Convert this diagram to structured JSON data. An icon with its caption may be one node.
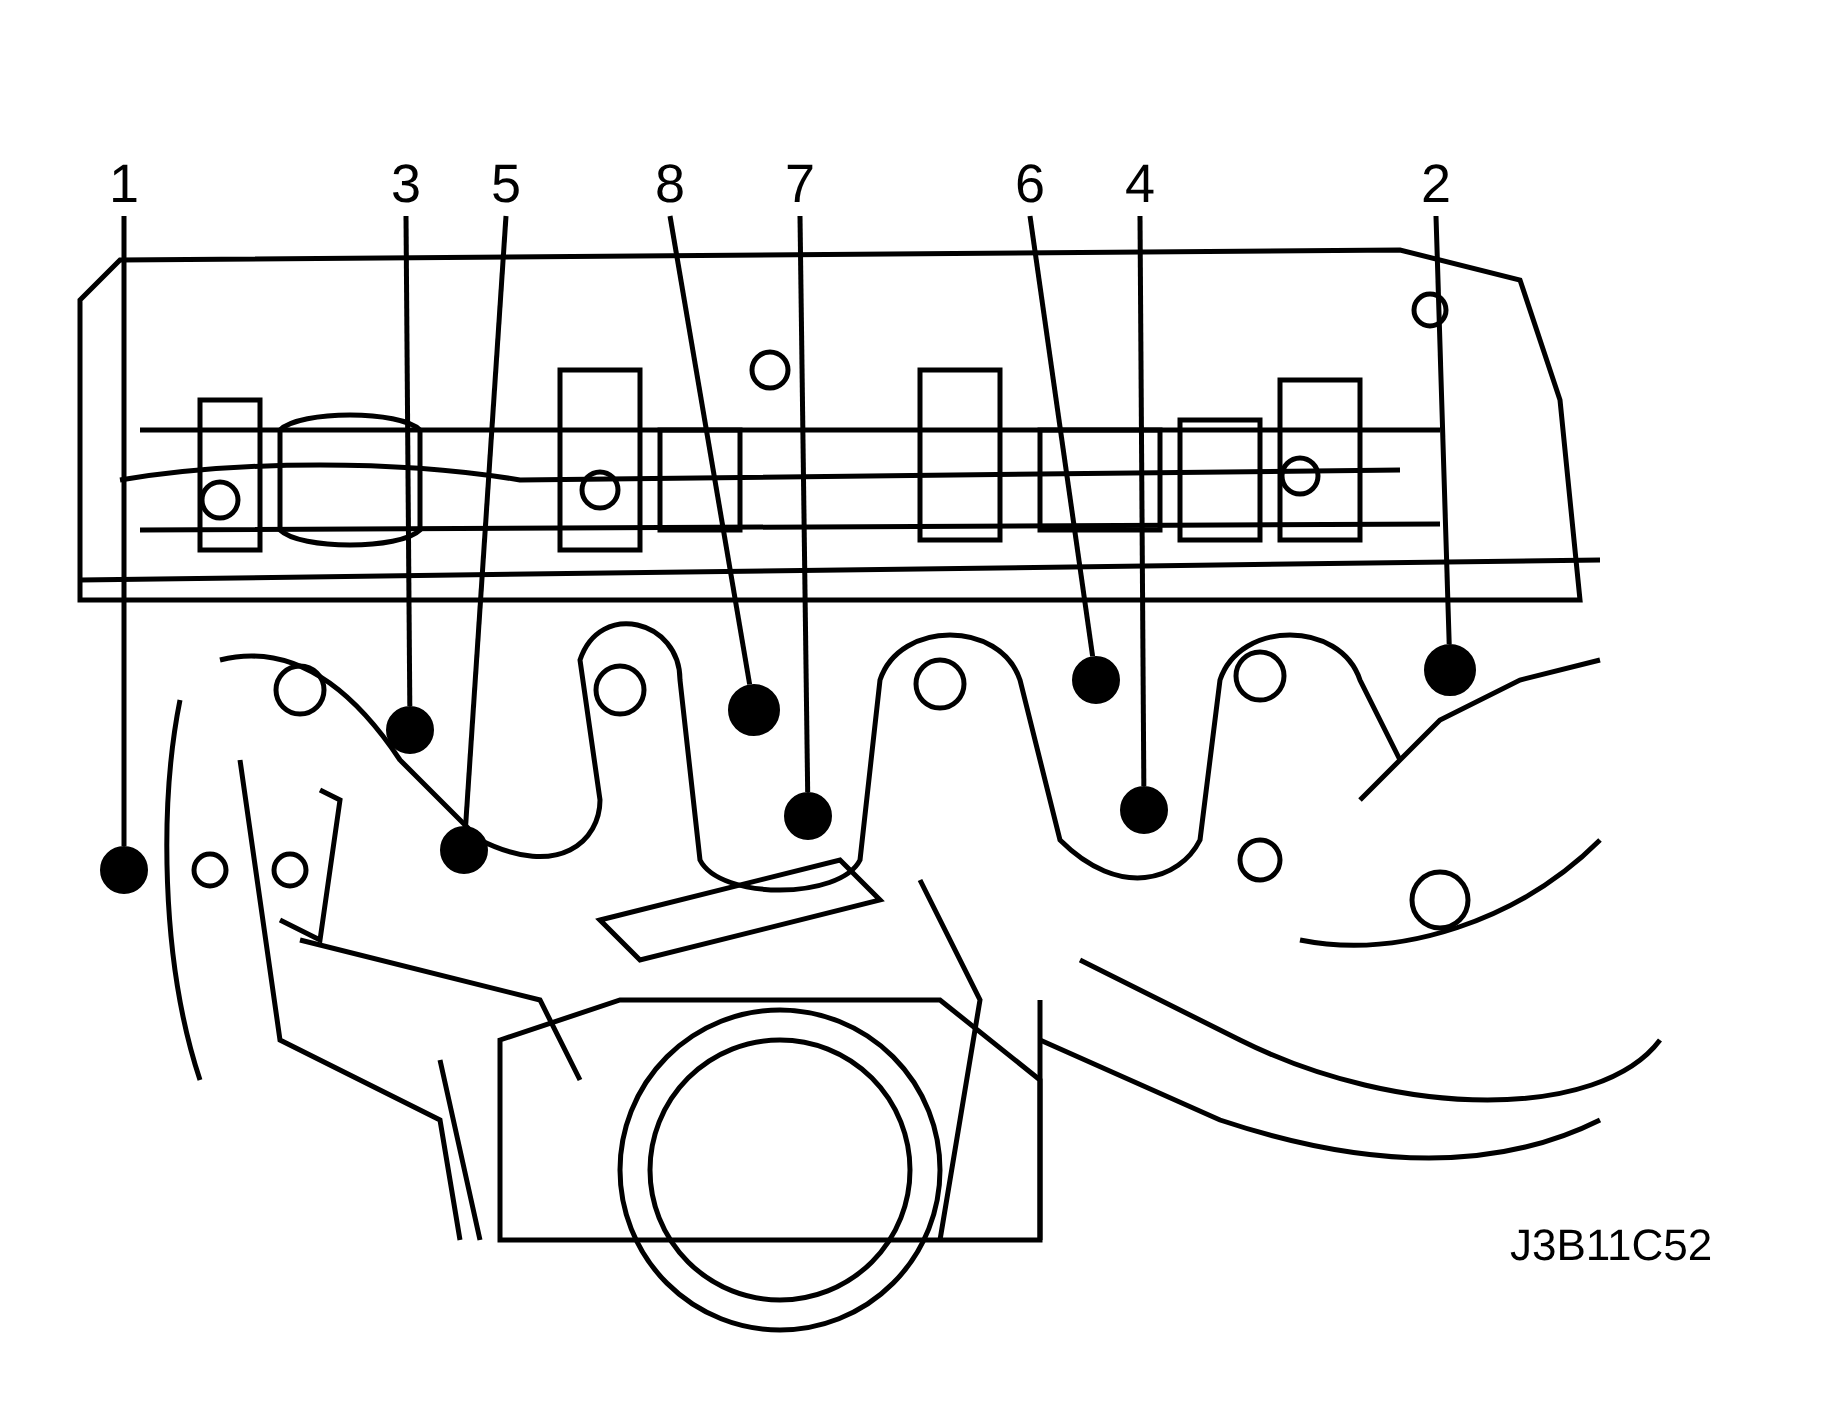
{
  "diagram": {
    "nodes": [
      {
        "text": [
          "1"
        ]
      },
      {
        "text": [
          "3"
        ]
      },
      {
        "text": [
          "5"
        ]
      },
      {
        "text": [
          "8"
        ]
      },
      {
        "text": [
          "7"
        ]
      },
      {
        "text": [
          "6"
        ]
      },
      {
        "text": [
          "4"
        ]
      },
      {
        "text": [
          "2"
        ]
      },
      {
        "text": [],
        "shape": "circle"
      },
      {
        "text": [],
        "shape": "circle"
      },
      {
        "text": [],
        "shape": "circle"
      },
      {
        "text": [],
        "shape": "circle"
      },
      {
        "text": [],
        "shape": "circle"
      },
      {
        "text": [],
        "shape": "circle"
      },
      {
        "text": [],
        "shape": "circle"
      },
      {
        "text": [],
        "shape": "circle"
      }
    ],
    "edges": [
      {
        "from": 0,
        "to": 8,
        "arrow": "none"
      },
      {
        "from": 1,
        "to": 9,
        "arrow": "none"
      },
      {
        "from": 2,
        "to": 10,
        "arrow": "none"
      },
      {
        "from": 3,
        "to": 11,
        "arrow": "none"
      },
      {
        "from": 4,
        "to": 12,
        "arrow": "none"
      },
      {
        "from": 5,
        "to": 13,
        "arrow": "none"
      },
      {
        "from": 6,
        "to": 14,
        "arrow": "none"
      },
      {
        "from": 7,
        "to": 15,
        "arrow": "none"
      }
    ],
    "labels": [
      "J3B11C52"
    ]
  }
}
